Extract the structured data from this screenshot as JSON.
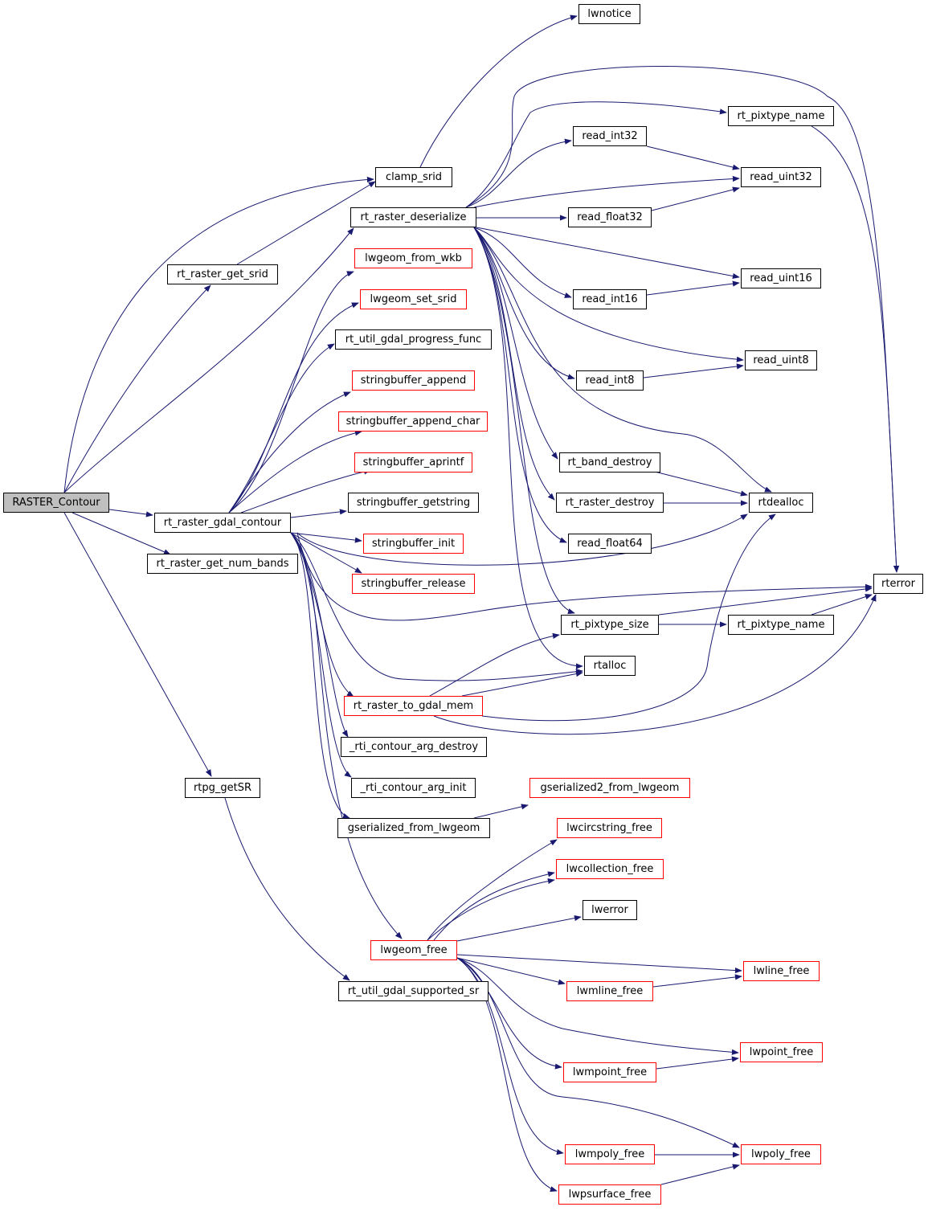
{
  "colors": {
    "edge": "#191970",
    "border_default": "#000000",
    "border_link": "#ff0000",
    "root_fill": "#bfbfbf"
  },
  "nodes": {
    "raster_contour": "RASTER_Contour",
    "clamp_srid": "clamp_srid",
    "lwnotice": "lwnotice",
    "rt_raster_get_srid": "rt_raster_get_srid",
    "rt_raster_deserialize": "rt_raster_deserialize",
    "rt_pixtype_name_top": "rt_pixtype_name",
    "read_int32": "read_int32",
    "read_uint32": "read_uint32",
    "read_float32": "read_float32",
    "lwgeom_from_wkb": "lwgeom_from_wkb",
    "read_uint16": "read_uint16",
    "lwgeom_set_srid": "lwgeom_set_srid",
    "read_int16": "read_int16",
    "rt_util_gdal_progress_func": "rt_util_gdal_progress_func",
    "read_uint8": "read_uint8",
    "stringbuffer_append": "stringbuffer_append",
    "read_int8": "read_int8",
    "stringbuffer_append_char": "stringbuffer_append_char",
    "rt_band_destroy": "rt_band_destroy",
    "stringbuffer_aprintf": "stringbuffer_aprintf",
    "rt_raster_destroy": "rt_raster_destroy",
    "rtdealloc": "rtdealloc",
    "stringbuffer_getstring": "stringbuffer_getstring",
    "rt_raster_gdal_contour": "rt_raster_gdal_contour",
    "read_float64": "read_float64",
    "stringbuffer_init": "stringbuffer_init",
    "rt_raster_get_num_bands": "rt_raster_get_num_bands",
    "stringbuffer_release": "stringbuffer_release",
    "rterror": "rterror",
    "rt_pixtype_size": "rt_pixtype_size",
    "rt_pixtype_name_mid": "rt_pixtype_name",
    "rtalloc": "rtalloc",
    "rt_raster_to_gdal_mem": "rt_raster_to_gdal_mem",
    "rti_contour_arg_destroy": "_rti_contour_arg_destroy",
    "rtpg_getsr": "rtpg_getSR",
    "rti_contour_arg_init": "_rti_contour_arg_init",
    "gserialized2_from_lwgeom": "gserialized2_from_lwgeom",
    "gserialized_from_lwgeom": "gserialized_from_lwgeom",
    "lwcircstring_free": "lwcircstring_free",
    "lwcollection_free": "lwcollection_free",
    "lwerror": "lwerror",
    "lwgeom_free": "lwgeom_free",
    "lwline_free": "lwline_free",
    "lwmline_free": "lwmline_free",
    "rt_util_gdal_supported_sr": "rt_util_gdal_supported_sr",
    "lwpoint_free": "lwpoint_free",
    "lwmpoint_free": "lwmpoint_free",
    "lwpoly_free": "lwpoly_free",
    "lwmpoly_free": "lwmpoly_free",
    "lwpsurface_free": "lwpsurface_free"
  }
}
